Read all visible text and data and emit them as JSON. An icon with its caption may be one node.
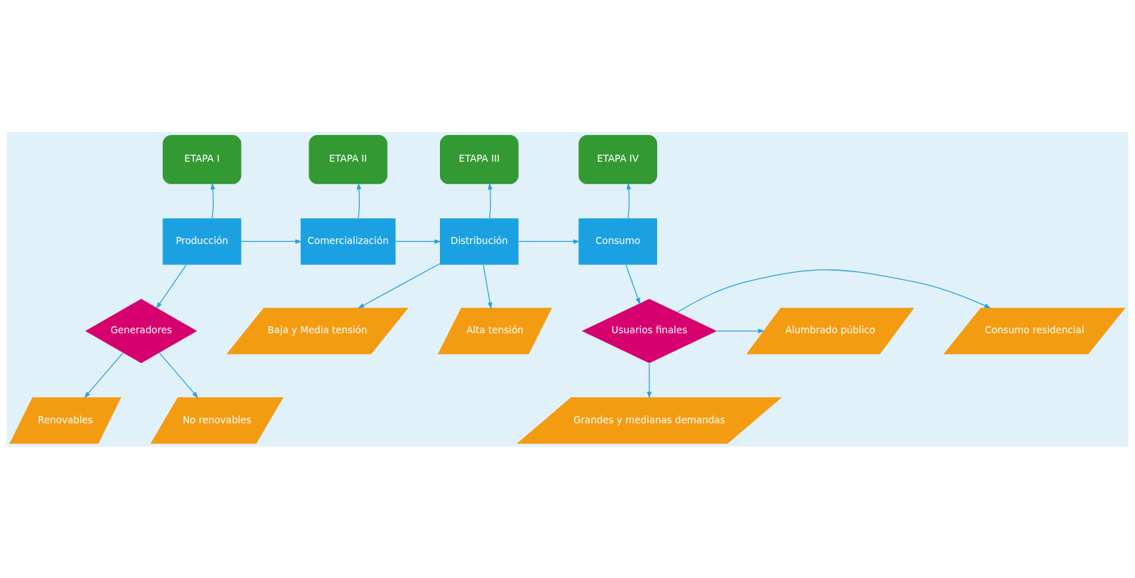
{
  "diagram": {
    "nodes": [
      {
        "text": [
          "ETAPA I"
        ]
      },
      {
        "text": [
          "ETAPA II"
        ]
      },
      {
        "text": [
          "ETAPA III"
        ]
      },
      {
        "text": [
          "ETAPA IV"
        ]
      },
      {
        "text": [
          "Producción"
        ]
      },
      {
        "text": [
          "Comercialización"
        ]
      },
      {
        "text": [
          "Distribución"
        ]
      },
      {
        "text": [
          "Consumo"
        ]
      },
      {
        "text": [
          "Generadores"
        ]
      },
      {
        "text": [
          "Renovables"
        ]
      },
      {
        "text": [
          "No renovables"
        ]
      },
      {
        "text": [
          "Baja y Media tensión"
        ]
      },
      {
        "text": [
          "Alta tensión"
        ]
      },
      {
        "text": [
          "Usuarios finales"
        ]
      },
      {
        "text": [
          "Consumo residencial"
        ]
      },
      {
        "text": [
          "Alumbrado público"
        ]
      },
      {
        "text": [
          "Grandes y medianas demandas"
        ]
      }
    ],
    "edges": [
      {
        "from": 4,
        "to": 0,
        "arrow": "to"
      },
      {
        "from": 5,
        "to": 1,
        "arrow": "to"
      },
      {
        "from": 6,
        "to": 2,
        "arrow": "to"
      },
      {
        "from": 7,
        "to": 3,
        "arrow": "to"
      },
      {
        "from": 4,
        "to": 5,
        "arrow": "to"
      },
      {
        "from": 5,
        "to": 6,
        "arrow": "to"
      },
      {
        "from": 6,
        "to": 7,
        "arrow": "to"
      },
      {
        "from": 4,
        "to": 8,
        "arrow": "to"
      },
      {
        "from": 8,
        "to": 9,
        "arrow": "to"
      },
      {
        "from": 8,
        "to": 10,
        "arrow": "to"
      },
      {
        "from": 6,
        "to": 11,
        "arrow": "to"
      },
      {
        "from": 6,
        "to": 12,
        "arrow": "to"
      },
      {
        "from": 7,
        "to": 13,
        "arrow": "to"
      },
      {
        "from": 13,
        "to": 14,
        "arrow": "to"
      },
      {
        "from": 13,
        "to": 15,
        "arrow": "to"
      },
      {
        "from": 13,
        "to": 16,
        "arrow": "to"
      }
    ]
  }
}
